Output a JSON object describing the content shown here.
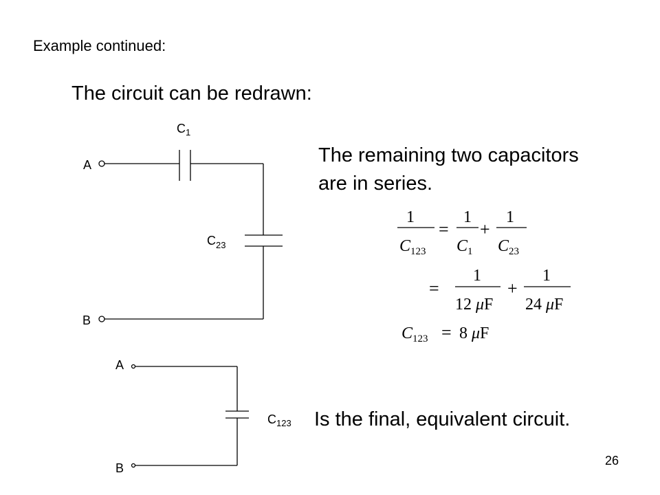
{
  "slide": {
    "heading_small": "Example continued:",
    "heading_main": "The circuit can be redrawn:",
    "remark_line1": "The remaining two capacitors",
    "remark_line2": "are in series.",
    "final_note": "Is the final, equivalent circuit.",
    "page_number": "26"
  },
  "circuit_top": {
    "terminal_a": "A",
    "terminal_b": "B",
    "cap1_label": "C",
    "cap1_sub": "1",
    "cap23_label": "C",
    "cap23_sub": "23"
  },
  "circuit_bottom": {
    "terminal_a": "A",
    "terminal_b": "B",
    "cap_label": "C",
    "cap_sub": "123"
  },
  "equations": {
    "one": "1",
    "C": "C",
    "sub_123": "123",
    "sub_1": "1",
    "sub_23": "23",
    "equals": "=",
    "plus": "+",
    "den_a": "12",
    "den_b": "24",
    "mu": "μ",
    "farad": "F",
    "result_value": "8"
  }
}
